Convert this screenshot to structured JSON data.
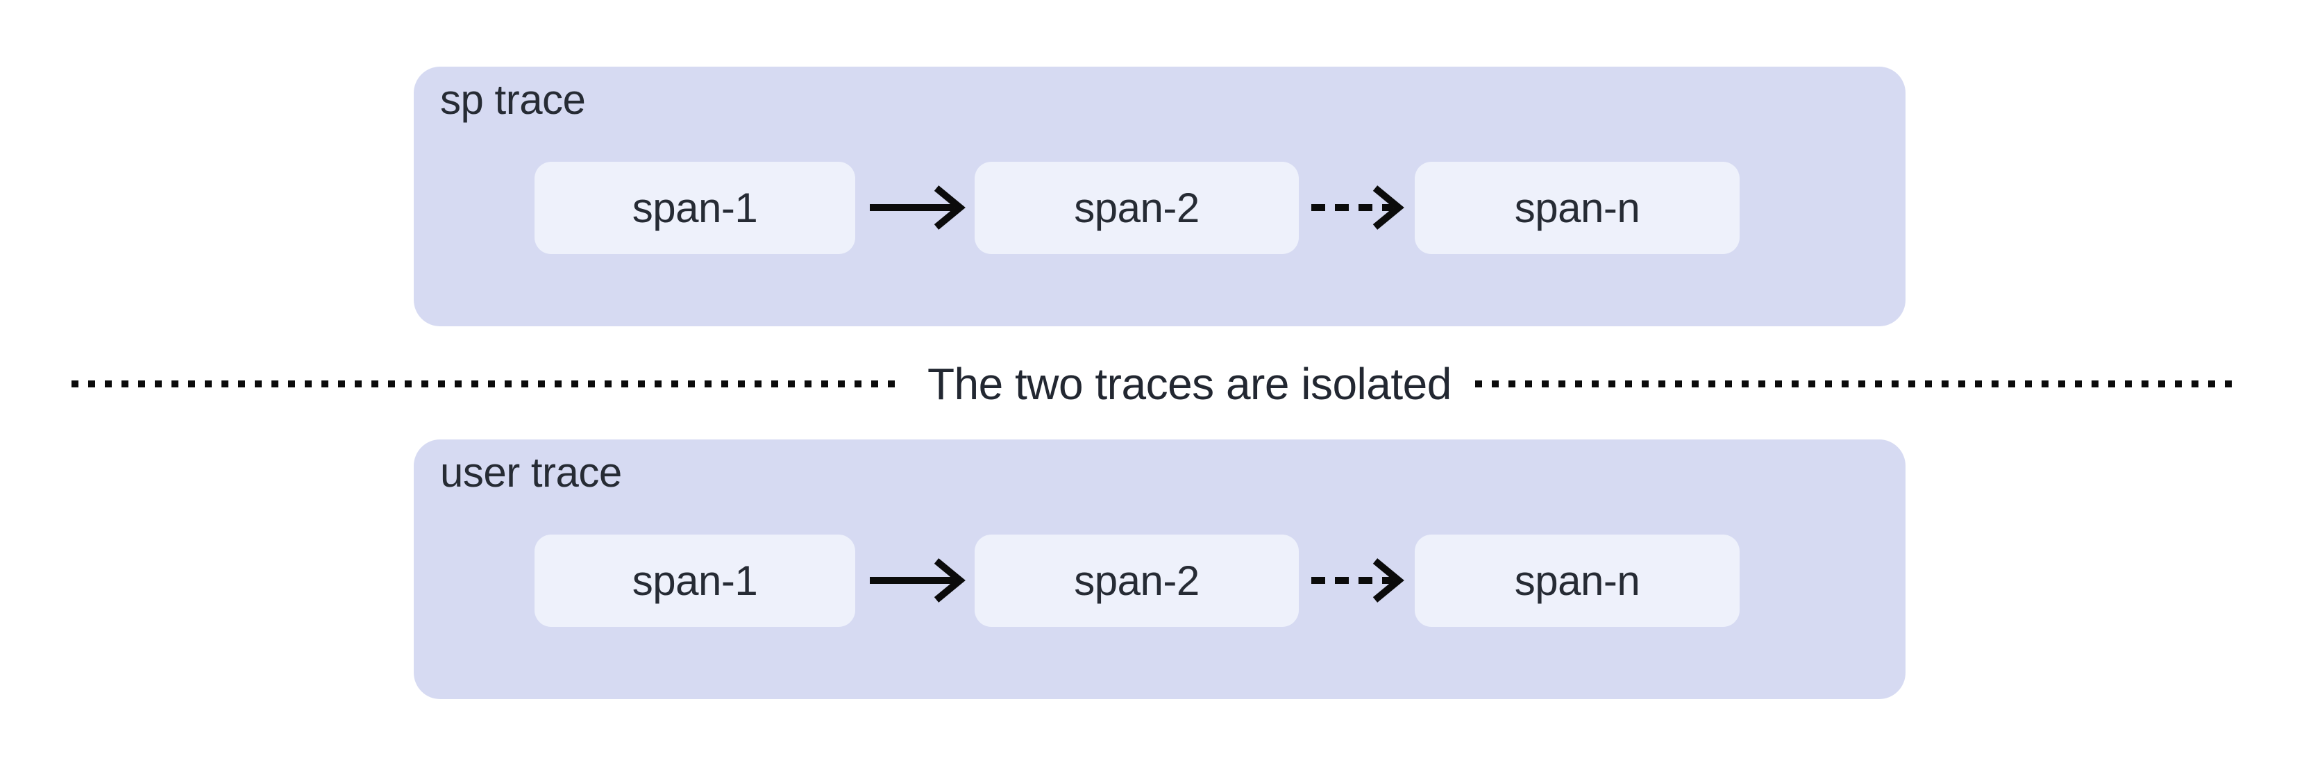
{
  "diagram": {
    "traces": [
      {
        "label": "sp trace",
        "spans": [
          {
            "label": "span-1"
          },
          {
            "label": "span-2"
          },
          {
            "label": "span-n"
          }
        ],
        "connectors": [
          {
            "type": "solid-arrow",
            "from": "span-1",
            "to": "span-2"
          },
          {
            "type": "dashed-arrow",
            "from": "span-2",
            "to": "span-n"
          }
        ]
      },
      {
        "label": "user trace",
        "spans": [
          {
            "label": "span-1"
          },
          {
            "label": "span-2"
          },
          {
            "label": "span-n"
          }
        ],
        "connectors": [
          {
            "type": "solid-arrow",
            "from": "span-1",
            "to": "span-2"
          },
          {
            "type": "dashed-arrow",
            "from": "span-2",
            "to": "span-n"
          }
        ]
      }
    ],
    "divider": {
      "label": "The two traces are isolated"
    },
    "colors": {
      "trace_container_fill": "#d6daf2",
      "span_box_fill": "#eef1fb",
      "text": "#262b34",
      "arrow_and_dots": "#0b0b0b",
      "background": "#ffffff"
    }
  }
}
